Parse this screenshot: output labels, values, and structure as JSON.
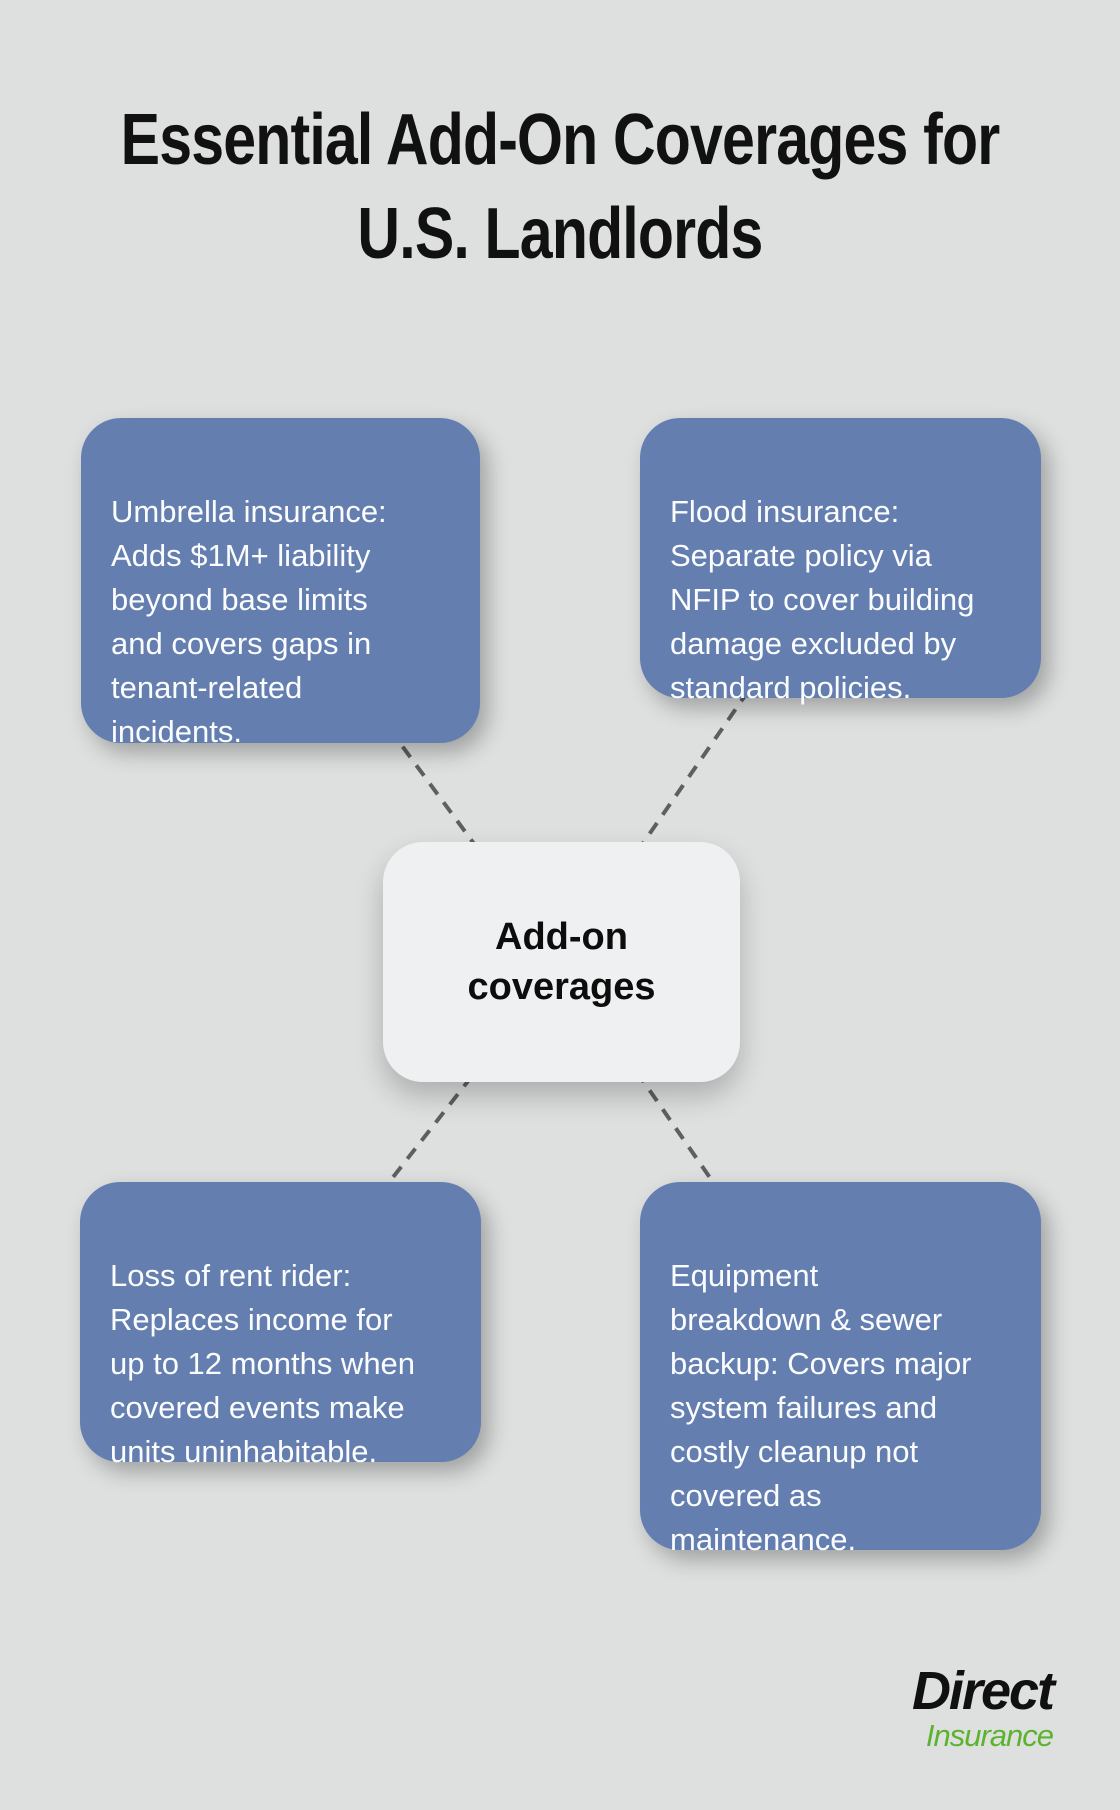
{
  "title": {
    "text": "Essential Add-On Coverages for\nU.S. Landlords"
  },
  "diagram": {
    "center": {
      "label": "Add-on\ncoverages"
    },
    "nodes": [
      {
        "id": "umbrella-insurance",
        "text": "Umbrella insurance:\nAdds $1M+ liability\nbeyond base limits\nand covers gaps in\ntenant-related\nincidents."
      },
      {
        "id": "flood-insurance",
        "text": "Flood insurance:\nSeparate policy via\nNFIP to cover building\ndamage excluded by\nstandard policies."
      },
      {
        "id": "loss-of-rent-rider",
        "text": "Loss of rent rider:\nReplaces income for\nup to 12 months when\ncovered events make\nunits uninhabitable."
      },
      {
        "id": "equipment-breakdown-sewer-backup",
        "text": "Equipment\nbreakdown & sewer\nbackup: Covers major\nsystem failures and\ncostly cleanup not\ncovered as\nmaintenance."
      }
    ]
  },
  "logo": {
    "primary": "Direct",
    "secondary": "Insurance"
  },
  "colors": {
    "background": "#dee0e0",
    "node_fill": "#647eb0",
    "node_text": "#fbfcfe",
    "center_fill": "#eff0f2",
    "center_text": "#0d0d0d",
    "connector": "#5e6060",
    "title_text": "#111111",
    "logo_primary": "#101010",
    "logo_secondary": "#5cb32e"
  }
}
